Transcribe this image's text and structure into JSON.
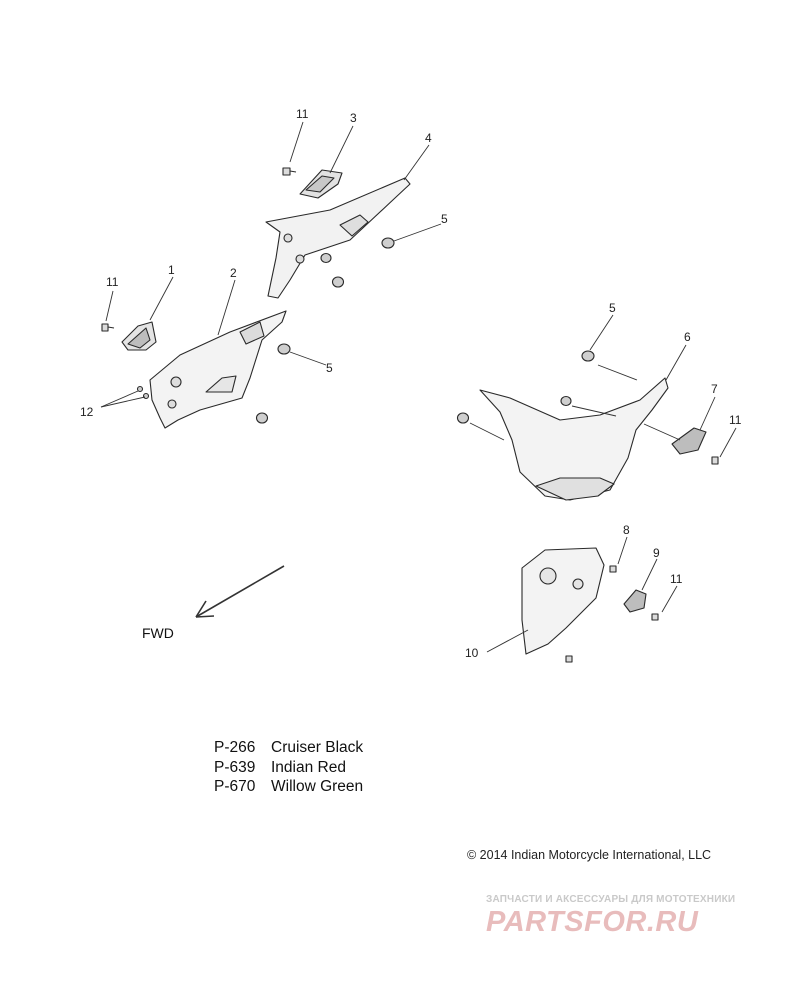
{
  "callouts": [
    "1",
    "2",
    "3",
    "4",
    "5",
    "5",
    "5",
    "6",
    "7",
    "8",
    "9",
    "10",
    "11",
    "11",
    "11",
    "11",
    "12"
  ],
  "fwd_label": "FWD",
  "paint_codes": [
    {
      "code": "P-266",
      "color": "Cruiser Black"
    },
    {
      "code": "P-639",
      "color": "Indian Red"
    },
    {
      "code": "P-670",
      "color": "Willow Green"
    }
  ],
  "copyright": "© 2014 Indian Motorcycle International, LLC",
  "watermark": {
    "tagline": "ЗАПЧАСТИ И АКСЕССУАРЫ ДЛЯ МОТОТЕХНИКИ",
    "logo": "PARTSFOR.RU"
  },
  "colors": {
    "line": "#2a2a2a",
    "part_fill": "#f4f4f4",
    "watermark": "#e8bcbc"
  }
}
